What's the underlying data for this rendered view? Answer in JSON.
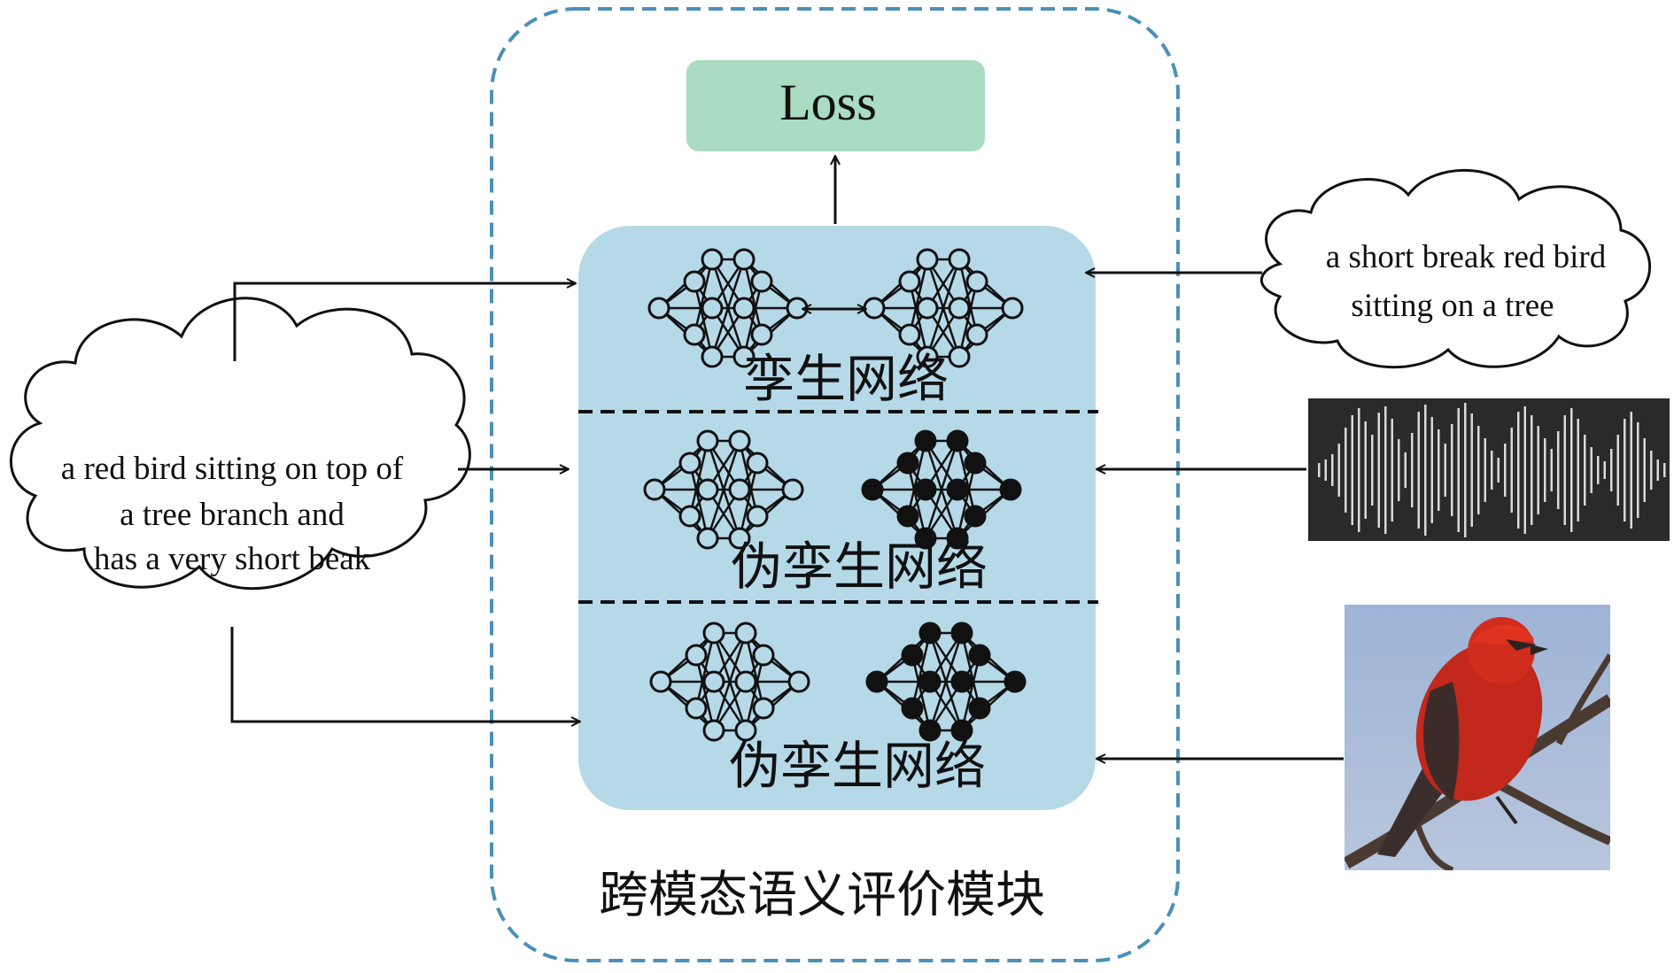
{
  "loss_label": "Loss",
  "module_label": "跨模态语义评价模块",
  "sections": [
    {
      "label": "孪生网络",
      "left_filled": false,
      "right_filled": false,
      "bidirectional": true
    },
    {
      "label": "伪孪生网络",
      "left_filled": false,
      "right_filled": true,
      "bidirectional": false
    },
    {
      "label": "伪孪生网络",
      "left_filled": false,
      "right_filled": true,
      "bidirectional": false
    }
  ],
  "left_cloud_lines": [
    "a red bird sitting on top of",
    "a tree branch and",
    "has a very short beak"
  ],
  "right_cloud_lines": [
    "a short break red bird",
    "sitting on a tree"
  ],
  "inputs": {
    "audio_icon": "audio-waveform-icon",
    "image_icon": "red-bird-photo"
  },
  "colors": {
    "dashed_border": "#4a90b8",
    "panel_fill": "#b6d9e8",
    "loss_fill": "#a9dcc0",
    "line": "#111111"
  }
}
